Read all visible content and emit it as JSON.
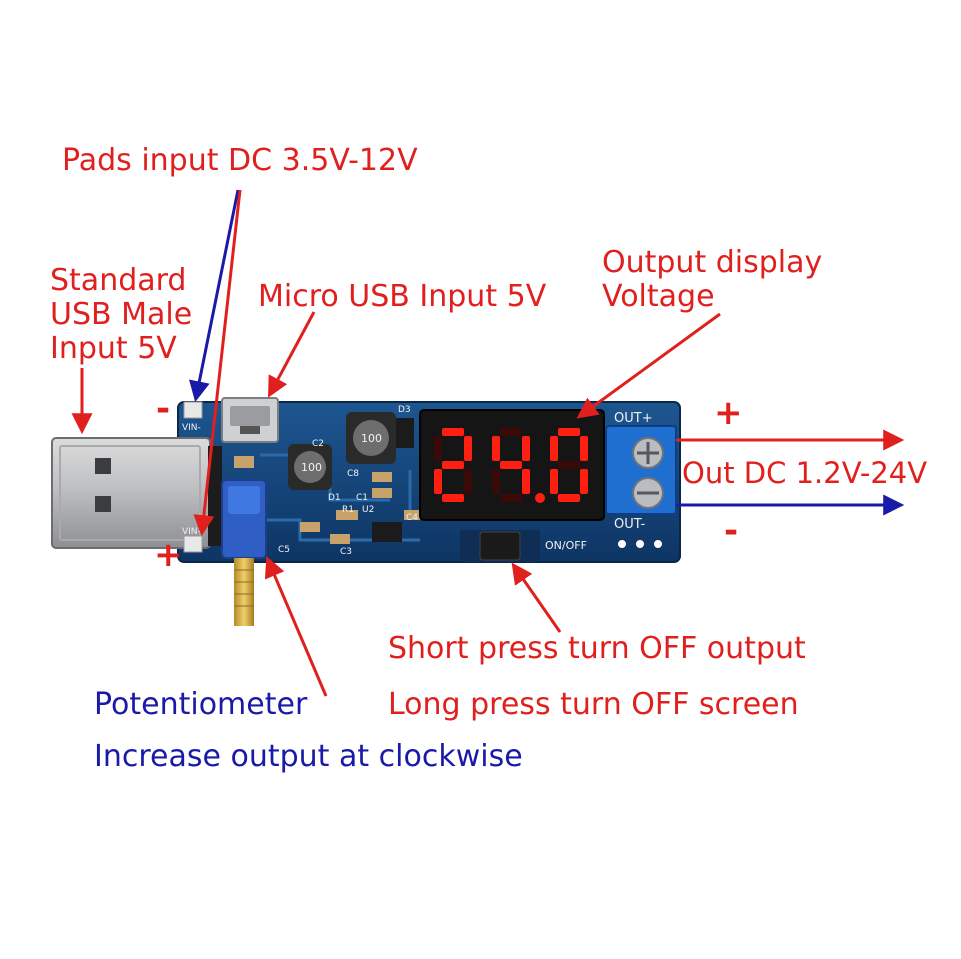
{
  "annotations": {
    "pads_input": "Pads input DC 3.5V-12V",
    "usb_male": [
      "Standard",
      "USB Male",
      "Input 5V"
    ],
    "micro_usb": "Micro USB Input 5V",
    "output_display": [
      "Output display",
      "Voltage"
    ],
    "out_dc": "Out DC 1.2V-24V",
    "short_press": "Short press turn OFF output",
    "long_press": "Long press turn OFF screen",
    "potentiometer": "Potentiometer",
    "increase": "Increase output at clockwise",
    "plus_in": "+",
    "minus_in": "-",
    "plus_out": "+",
    "minus_out": "-"
  },
  "board": {
    "display_reading": "24.0",
    "silkscreen": {
      "vin_minus": "VIN-",
      "vin_plus": "VIN+",
      "out_plus": "OUT+",
      "out_minus": "OUT-",
      "on_off": "ON/OFF",
      "c2": "C2",
      "d3": "D3",
      "c8": "C8",
      "c1": "C1",
      "d1": "D1",
      "r1": "R1",
      "u2": "U2",
      "c4": "C4",
      "c5": "C5",
      "c3": "C3",
      "inductor_small": "100",
      "inductor_large": "100"
    }
  },
  "colors": {
    "annotation_red": "#e0201e",
    "annotation_blue": "#1a1aa8",
    "pcb_blue": "#123f73",
    "display_red": "#ff1f10"
  }
}
